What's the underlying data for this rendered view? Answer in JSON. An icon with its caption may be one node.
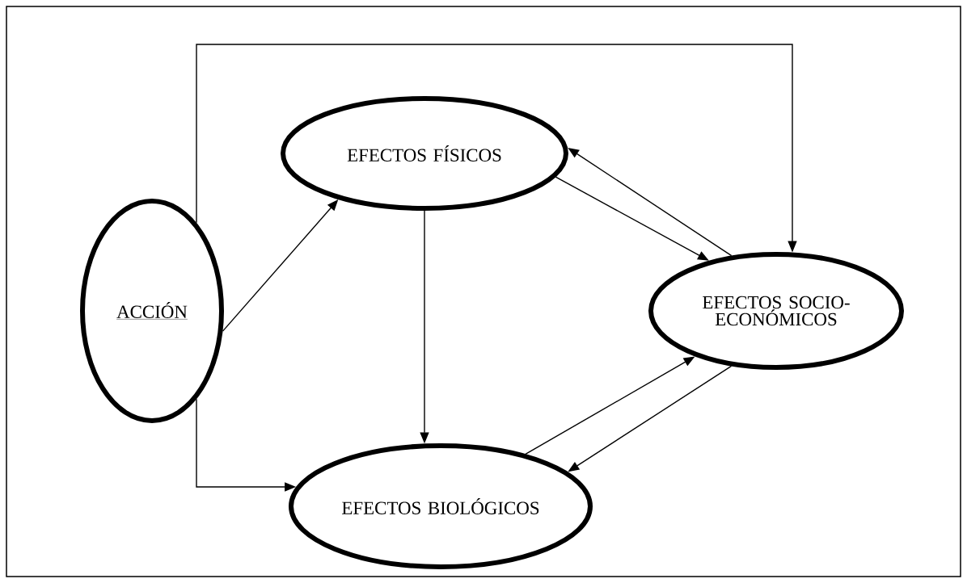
{
  "diagram": {
    "nodes": [
      {
        "text": [
          "ACCIÓN"
        ]
      },
      {
        "text": [
          "EFECTOS FÍSICOS"
        ]
      },
      {
        "text": [
          "EFECTOS SOCIO- ECONÓMICOS"
        ]
      },
      {
        "text": [
          "EFECTOS BIOLÓGICOS"
        ]
      }
    ],
    "edges": [
      {
        "from": 0,
        "to": 1,
        "arrow": "to"
      },
      {
        "from": 0,
        "to": 2,
        "arrow": "to"
      },
      {
        "from": 0,
        "to": 3,
        "arrow": "to"
      },
      {
        "from": 1,
        "to": 3,
        "arrow": "to"
      },
      {
        "from": 1,
        "to": 2,
        "arrow": "to"
      },
      {
        "from": 2,
        "to": 1,
        "arrow": "to"
      },
      {
        "from": 3,
        "to": 2,
        "arrow": "to"
      },
      {
        "from": 2,
        "to": 3,
        "arrow": "to"
      }
    ]
  }
}
